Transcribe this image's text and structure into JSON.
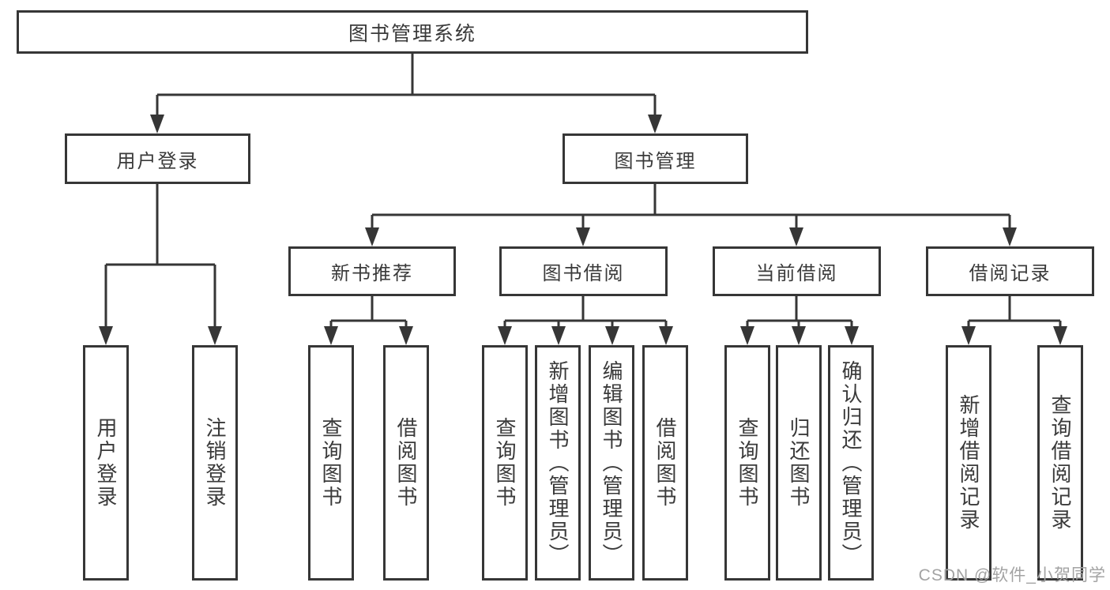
{
  "diagram": {
    "root_label": "图书管理系统",
    "level2": [
      {
        "label": "用户登录",
        "leaves": [
          "用户登录",
          "注销登录"
        ]
      },
      {
        "label": "图书管理",
        "sections": [
          {
            "label": "新书推荐",
            "leaves": [
              "查询图书",
              "借阅图书"
            ]
          },
          {
            "label": "图书借阅",
            "leaves": [
              "查询图书",
              "新增图书（管理员）",
              "编辑图书（管理员）",
              "借阅图书"
            ]
          },
          {
            "label": "当前借阅",
            "leaves": [
              "查询图书",
              "归还图书",
              "确认归还（管理员）"
            ]
          },
          {
            "label": "借阅记录",
            "leaves": [
              "新增借阅记录",
              "查询借阅记录"
            ]
          }
        ]
      }
    ]
  },
  "watermark": "CSDN @软件_小贺同学",
  "colors": {
    "line": "#363636",
    "text": "#3a3a3a",
    "box_fill": "#ffffff",
    "watermark": "#a3a3a3",
    "background": "#ffffff"
  }
}
